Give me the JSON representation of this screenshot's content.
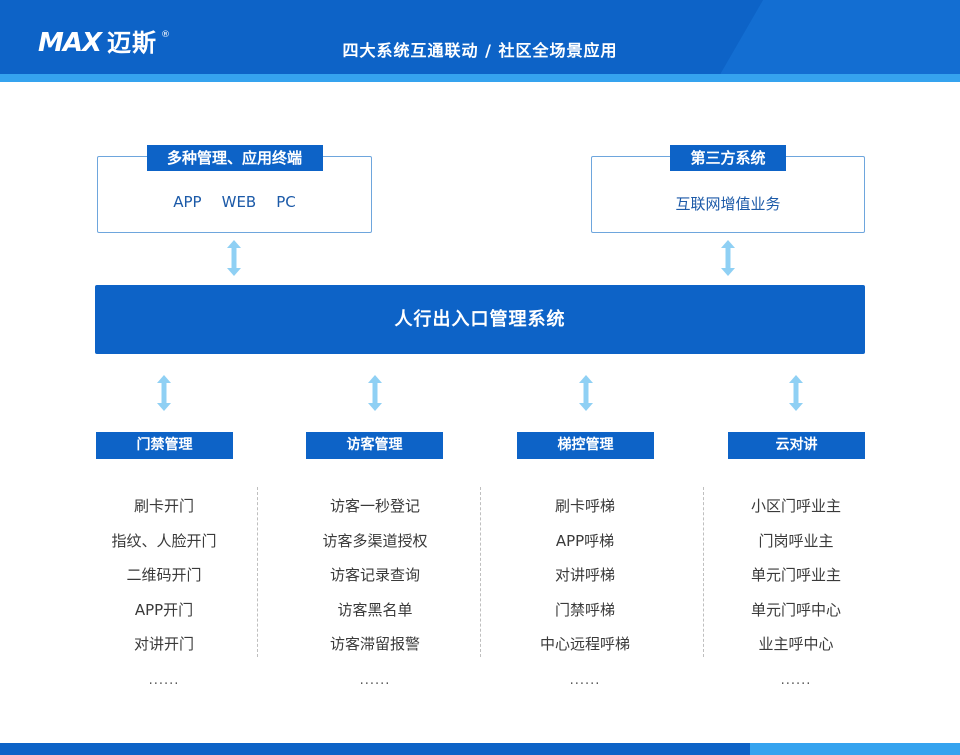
{
  "header": {
    "logo_mark": "MAX",
    "logo_cn": "迈斯",
    "logo_reg": "®",
    "title": "四大系统互通联动 / 社区全场景应用"
  },
  "top_left": {
    "title": "多种管理、应用终端",
    "terminals": [
      "APP",
      "WEB",
      "PC"
    ]
  },
  "top_right": {
    "title": "第三方系统",
    "body": "互联网增值业务"
  },
  "main": {
    "title": "人行出入口管理系统"
  },
  "columns": [
    {
      "title": "门禁管理",
      "items": [
        "刷卡开门",
        "指纹、人脸开门",
        "二维码开门",
        "APP开门",
        "对讲开门"
      ],
      "more": "......"
    },
    {
      "title": "访客管理",
      "items": [
        "访客一秒登记",
        "访客多渠道授权",
        "访客记录查询",
        "访客黑名单",
        "访客滞留报警"
      ],
      "more": "......"
    },
    {
      "title": "梯控管理",
      "items": [
        "刷卡呼梯",
        "APP呼梯",
        "对讲呼梯",
        "门禁呼梯",
        "中心远程呼梯"
      ],
      "more": "......"
    },
    {
      "title": "云对讲",
      "items": [
        "小区门呼业主",
        "门岗呼业主",
        "单元门呼业主",
        "单元门呼中心",
        "业主呼中心"
      ],
      "more": "......"
    }
  ],
  "colors": {
    "primary": "#0d63c7",
    "accent": "#35a3ef",
    "arrow": "#8fd0f4"
  }
}
